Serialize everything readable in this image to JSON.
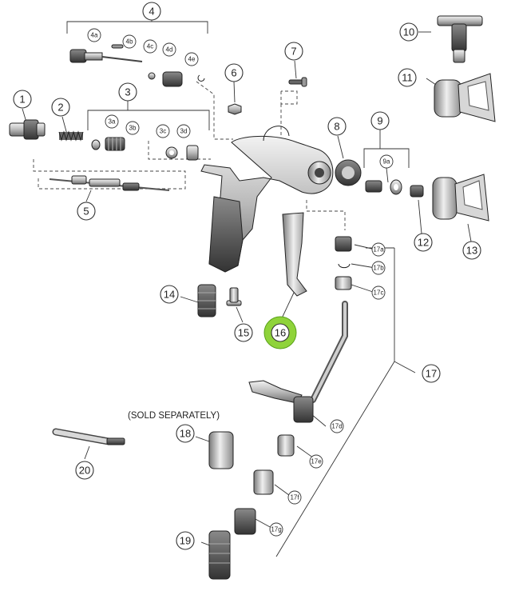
{
  "note": "(SOLD SEPARATELY)",
  "highlight_color": "#8fd33a",
  "callouts": {
    "c1": "1",
    "c2": "2",
    "c3": "3",
    "c3a": "3a",
    "c3b": "3b",
    "c3c": "3c",
    "c3d": "3d",
    "c4": "4",
    "c4a": "4a",
    "c4b": "4b",
    "c4c": "4c",
    "c4d": "4d",
    "c4e": "4e",
    "c5": "5",
    "c6": "6",
    "c7": "7",
    "c8": "8",
    "c9": "9",
    "c9a": "9a",
    "c10": "10",
    "c11": "11",
    "c12": "12",
    "c13": "13",
    "c14": "14",
    "c15": "15",
    "c16": "16",
    "c17": "17",
    "c17a": "17a",
    "c17b": "17b",
    "c17c": "17c",
    "c17d": "17d",
    "c17e": "17e",
    "c17f": "17f",
    "c17g": "17g",
    "c18": "18",
    "c19": "19",
    "c20": "20"
  }
}
